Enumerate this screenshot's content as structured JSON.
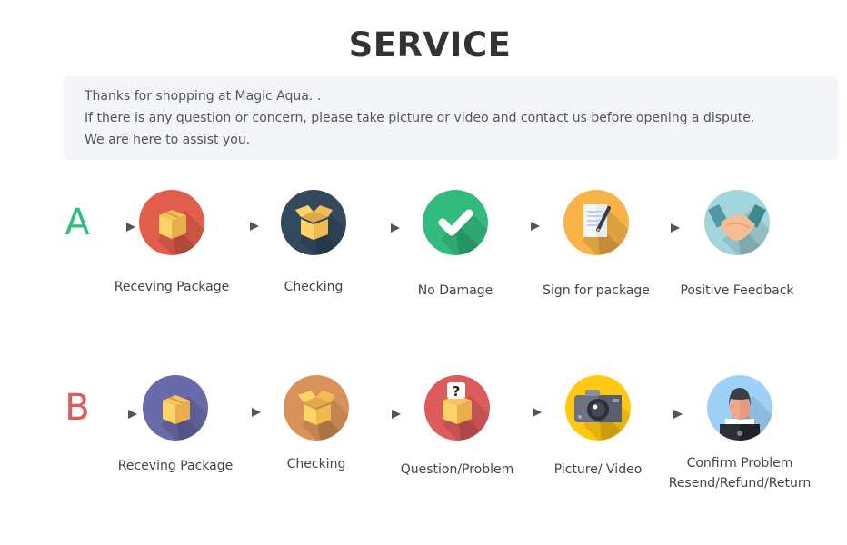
{
  "title": "SERVICE",
  "notice": [
    "Thanks for shopping at Magic Aqua. .",
    "If there is any question or concern, please take picture or video and contact us before opening a dispute.",
    "We are here to assist you."
  ],
  "rows": [
    {
      "letter": "A",
      "color": "#2dbd7e",
      "steps": [
        {
          "label": "Receving Package",
          "icon": "closed-box-icon",
          "bg": "#e25d4a"
        },
        {
          "label": "Checking",
          "icon": "open-box-icon",
          "bg": "#33495e"
        },
        {
          "label": "No Damage",
          "icon": "checkmark-icon",
          "bg": "#33bb7e"
        },
        {
          "label": "Sign for package",
          "icon": "document-pen-icon",
          "bg": "#f8b248"
        },
        {
          "label": "Positive Feedback",
          "icon": "handshake-icon",
          "bg": "#a3d5dd"
        }
      ]
    },
    {
      "letter": "B",
      "color": "#e05a5a",
      "steps": [
        {
          "label": "Receving Package",
          "icon": "closed-box-icon",
          "bg": "#6a6aaa"
        },
        {
          "label": "Checking",
          "icon": "open-box-icon",
          "bg": "#d9935a"
        },
        {
          "label": "Question/Problem",
          "icon": "question-box-icon",
          "bg": "#dc5c5c"
        },
        {
          "label": "Picture/ Video",
          "icon": "camera-icon",
          "bg": "#ffc811"
        },
        {
          "label": "Confirm Problem\nResend/Refund/Return",
          "icon": "support-agent-icon",
          "bg": "#9fd0f8"
        }
      ]
    }
  ]
}
